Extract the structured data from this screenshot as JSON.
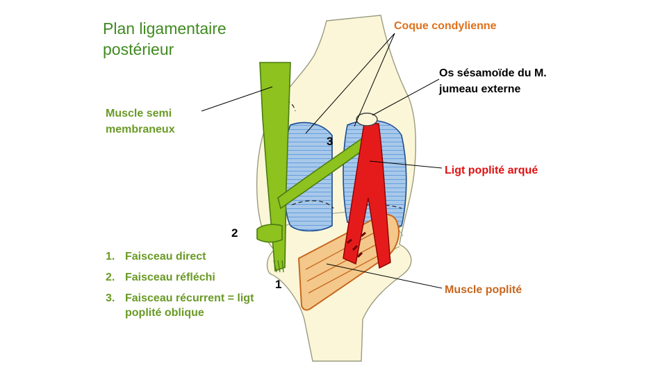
{
  "title": {
    "line1": "Plan ligamentaire",
    "line2": "postérieur"
  },
  "labels": {
    "semi_membraneux": {
      "line1": "Muscle semi",
      "line2": "membraneux"
    },
    "coque": "Coque condylienne",
    "sesamoide": {
      "line1": "Os sésamoïde du M.",
      "line2": "jumeau externe"
    },
    "poplite_arque": "Ligt poplité arqué",
    "muscle_poplite": "Muscle poplité"
  },
  "numbers": {
    "n1": "1",
    "n2": "2",
    "n3": "3"
  },
  "legend": [
    {
      "num": "1.",
      "text": "Faisceau direct"
    },
    {
      "num": "2.",
      "text": "Faisceau réfléchi"
    },
    {
      "num": "3.",
      "text": "Faisceau récurrent = ligt poplité oblique"
    }
  ],
  "colors": {
    "title_green": "#3f8a1f",
    "label_green": "#6a9a25",
    "orange": "#e0701b",
    "red": "#e01010",
    "brown_orange": "#c8661e"
  }
}
